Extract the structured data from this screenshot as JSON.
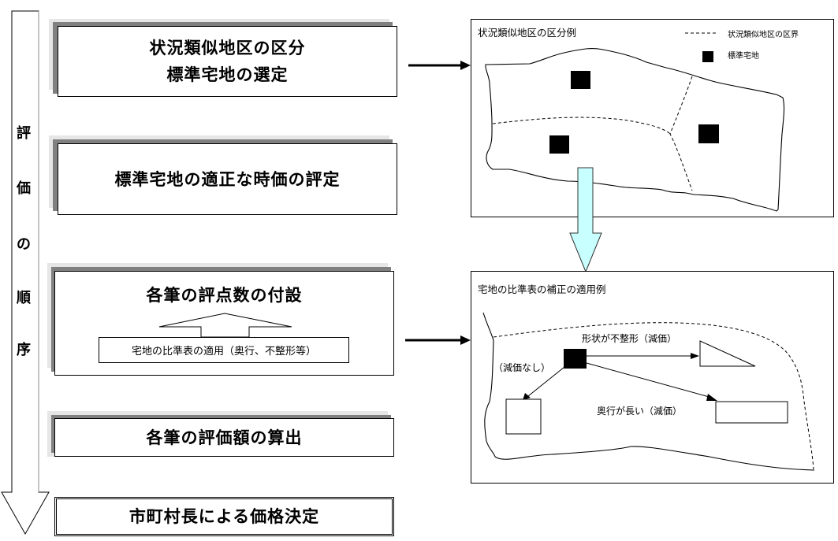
{
  "flow": {
    "side_label_chars": [
      "評",
      "価",
      "の",
      "順",
      "序"
    ],
    "steps": [
      {
        "id": "step-1",
        "lines": [
          "状況類似地区の区分",
          "標準宅地の選定"
        ]
      },
      {
        "id": "step-2",
        "lines": [
          "標準宅地の適正な時価の評定"
        ]
      },
      {
        "id": "step-3",
        "lines": [
          "各筆の評点数の付設"
        ],
        "sub_box": "宅地の比準表の適用（奥行、不整形等）"
      },
      {
        "id": "step-4",
        "lines": [
          "各筆の評価額の算出"
        ]
      }
    ],
    "final_step": "市町村長による価格決定"
  },
  "panel_top": {
    "title": "状況類似地区の区分例",
    "legend": [
      {
        "symbol": "dashed-line",
        "label": "状況類似地区の区界"
      },
      {
        "symbol": "black-square",
        "label": "標準宅地"
      }
    ]
  },
  "panel_bottom": {
    "title": "宅地の比準表の補正の適用例",
    "labels": {
      "irregular": "形状が不整形（減価）",
      "no_reduction": "（減価なし）",
      "deep": "奥行が長い（減価）"
    }
  },
  "colors": {
    "connector_arrow": "#c8ffff",
    "shadow_dark": "#808080",
    "shadow_light": "#e6e6e6"
  }
}
